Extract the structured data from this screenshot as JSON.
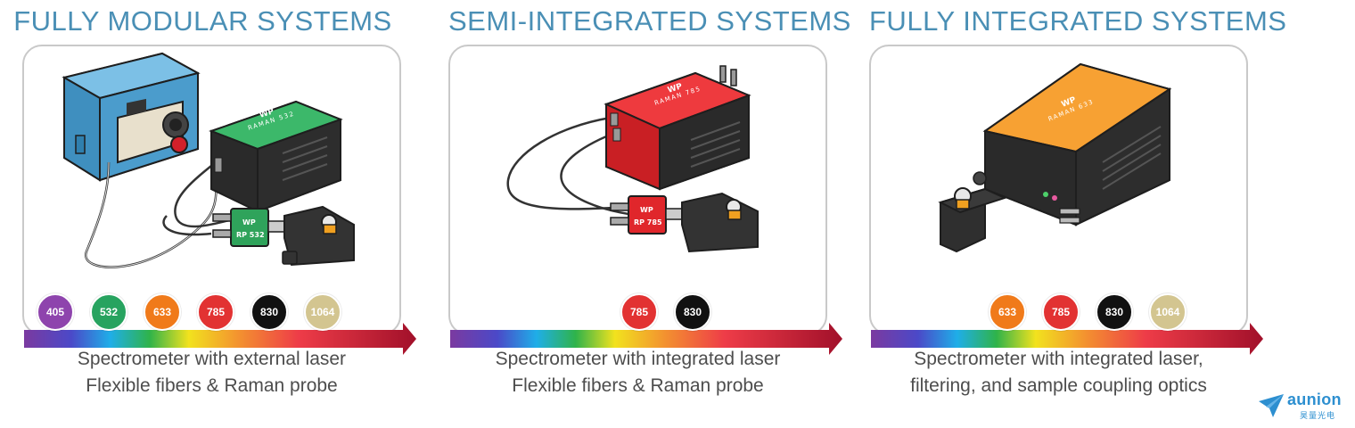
{
  "columns": [
    {
      "title": "FULLY MODULAR SYSTEMS",
      "caption_line1": "Spectrometer with external laser",
      "caption_line2": "Flexible fibers & Raman probe",
      "device_label": "RAMAN 532",
      "probe_label": "RP 532",
      "brand_mark": "WP",
      "wavelengths": [
        {
          "label": "405",
          "color": "#8e44ad"
        },
        {
          "label": "532",
          "color": "#27a35f"
        },
        {
          "label": "633",
          "color": "#f07a1a"
        },
        {
          "label": "785",
          "color": "#e23232"
        },
        {
          "label": "830",
          "color": "#111111"
        },
        {
          "label": "1064",
          "color": "#d3c590"
        }
      ]
    },
    {
      "title": "SEMI-INTEGRATED SYSTEMS",
      "caption_line1": "Spectrometer with integrated laser",
      "caption_line2": "Flexible fibers & Raman probe",
      "device_label": "RAMAN 785",
      "probe_label": "RP 785",
      "brand_mark": "WP",
      "wavelengths": [
        {
          "label": "785",
          "color": "#e23232"
        },
        {
          "label": "830",
          "color": "#111111"
        }
      ]
    },
    {
      "title": "FULLY INTEGRATED SYSTEMS",
      "caption_line1": "Spectrometer with integrated laser,",
      "caption_line2": "filtering, and sample coupling optics",
      "device_label": "RAMAN 633",
      "brand_mark": "WP",
      "wavelengths": [
        {
          "label": "633",
          "color": "#f07a1a"
        },
        {
          "label": "785",
          "color": "#e23232"
        },
        {
          "label": "830",
          "color": "#111111"
        },
        {
          "label": "1064",
          "color": "#d3c590"
        }
      ]
    }
  ],
  "logo": {
    "name": "aunion",
    "sub": "昊量光电",
    "color": "#2d8fd0"
  },
  "colors": {
    "title": "#4a8fb5",
    "border": "#c9c9c9",
    "caption": "#4d4d4d",
    "laser_box": "#5aa8d6",
    "modular_spectrometer": "#2fa35b",
    "semi_spectrometer": "#e0262b",
    "integrated_spectrometer": "#f39220"
  }
}
